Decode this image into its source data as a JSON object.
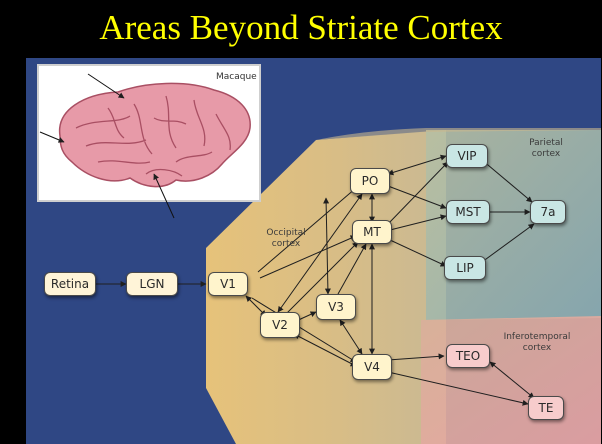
{
  "title": "Areas Beyond Striate Cortex",
  "inset": {
    "label": "Macaque"
  },
  "regions": {
    "occipital": "Occipital cortex",
    "parietal": "Parietal cortex",
    "inferotemporal": "Inferotemporal cortex"
  },
  "nodes": {
    "retina": "Retina",
    "lgn": "LGN",
    "v1": "V1",
    "v2": "V2",
    "v3": "V3",
    "v4": "V4",
    "mt": "MT",
    "po": "PO",
    "vip": "VIP",
    "mst": "MST",
    "lip": "LIP",
    "area7a": "7a",
    "teo": "TEO",
    "te": "TE"
  },
  "colors": {
    "title": "#ffff00",
    "background": "#2f4784",
    "occipital_region": "#e4c07c",
    "parietal_region": "#9fb8b3",
    "inferotemporal_region": "#e0a6a3"
  }
}
